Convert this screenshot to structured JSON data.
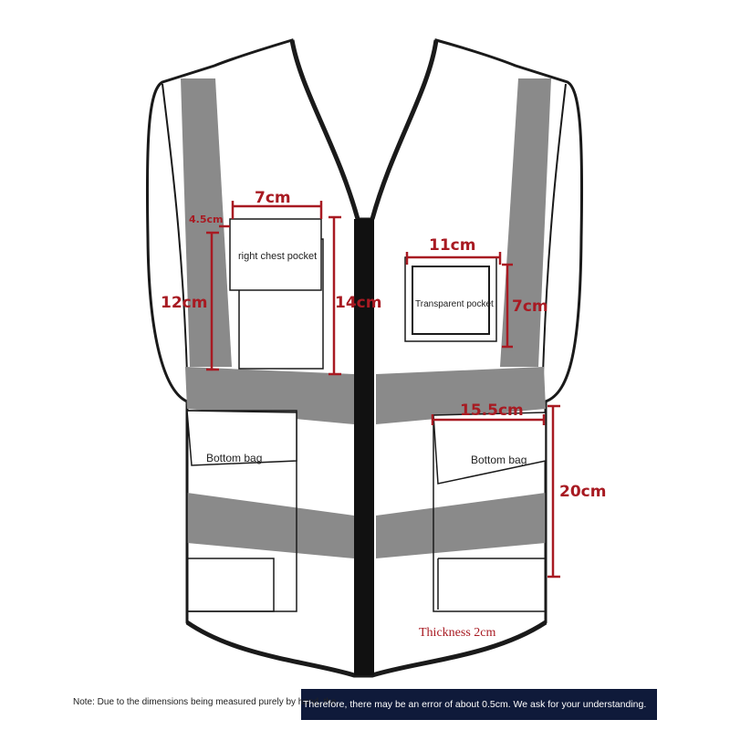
{
  "labels": {
    "right_chest_pocket": "right chest pocket",
    "transparent_pocket": "Transparent pocket",
    "bottom_bag_left": "Bottom bag",
    "bottom_bag_right": "Bottom bag",
    "thickness": "Thickness 2cm"
  },
  "dimensions": {
    "chest_pocket_width": "7cm",
    "chest_pocket_flap": "4.5cm",
    "chest_pocket_height_outer": "12cm",
    "chest_pocket_height_inner": "14cm",
    "transparent_pocket_width": "11cm",
    "transparent_pocket_height": "7cm",
    "bottom_bag_width": "15.5cm",
    "bottom_bag_height": "20cm"
  },
  "note": {
    "part1": "Note: Due to the dimensions being measured purely by hand, the",
    "part2": "Therefore, there may be an error of about 0.5cm. We ask for your understanding."
  },
  "colors": {
    "reflective_strip": "#8a8a8a",
    "outline": "#1a1a1a",
    "dimension": "#a81a22",
    "zipper": "#111111"
  }
}
